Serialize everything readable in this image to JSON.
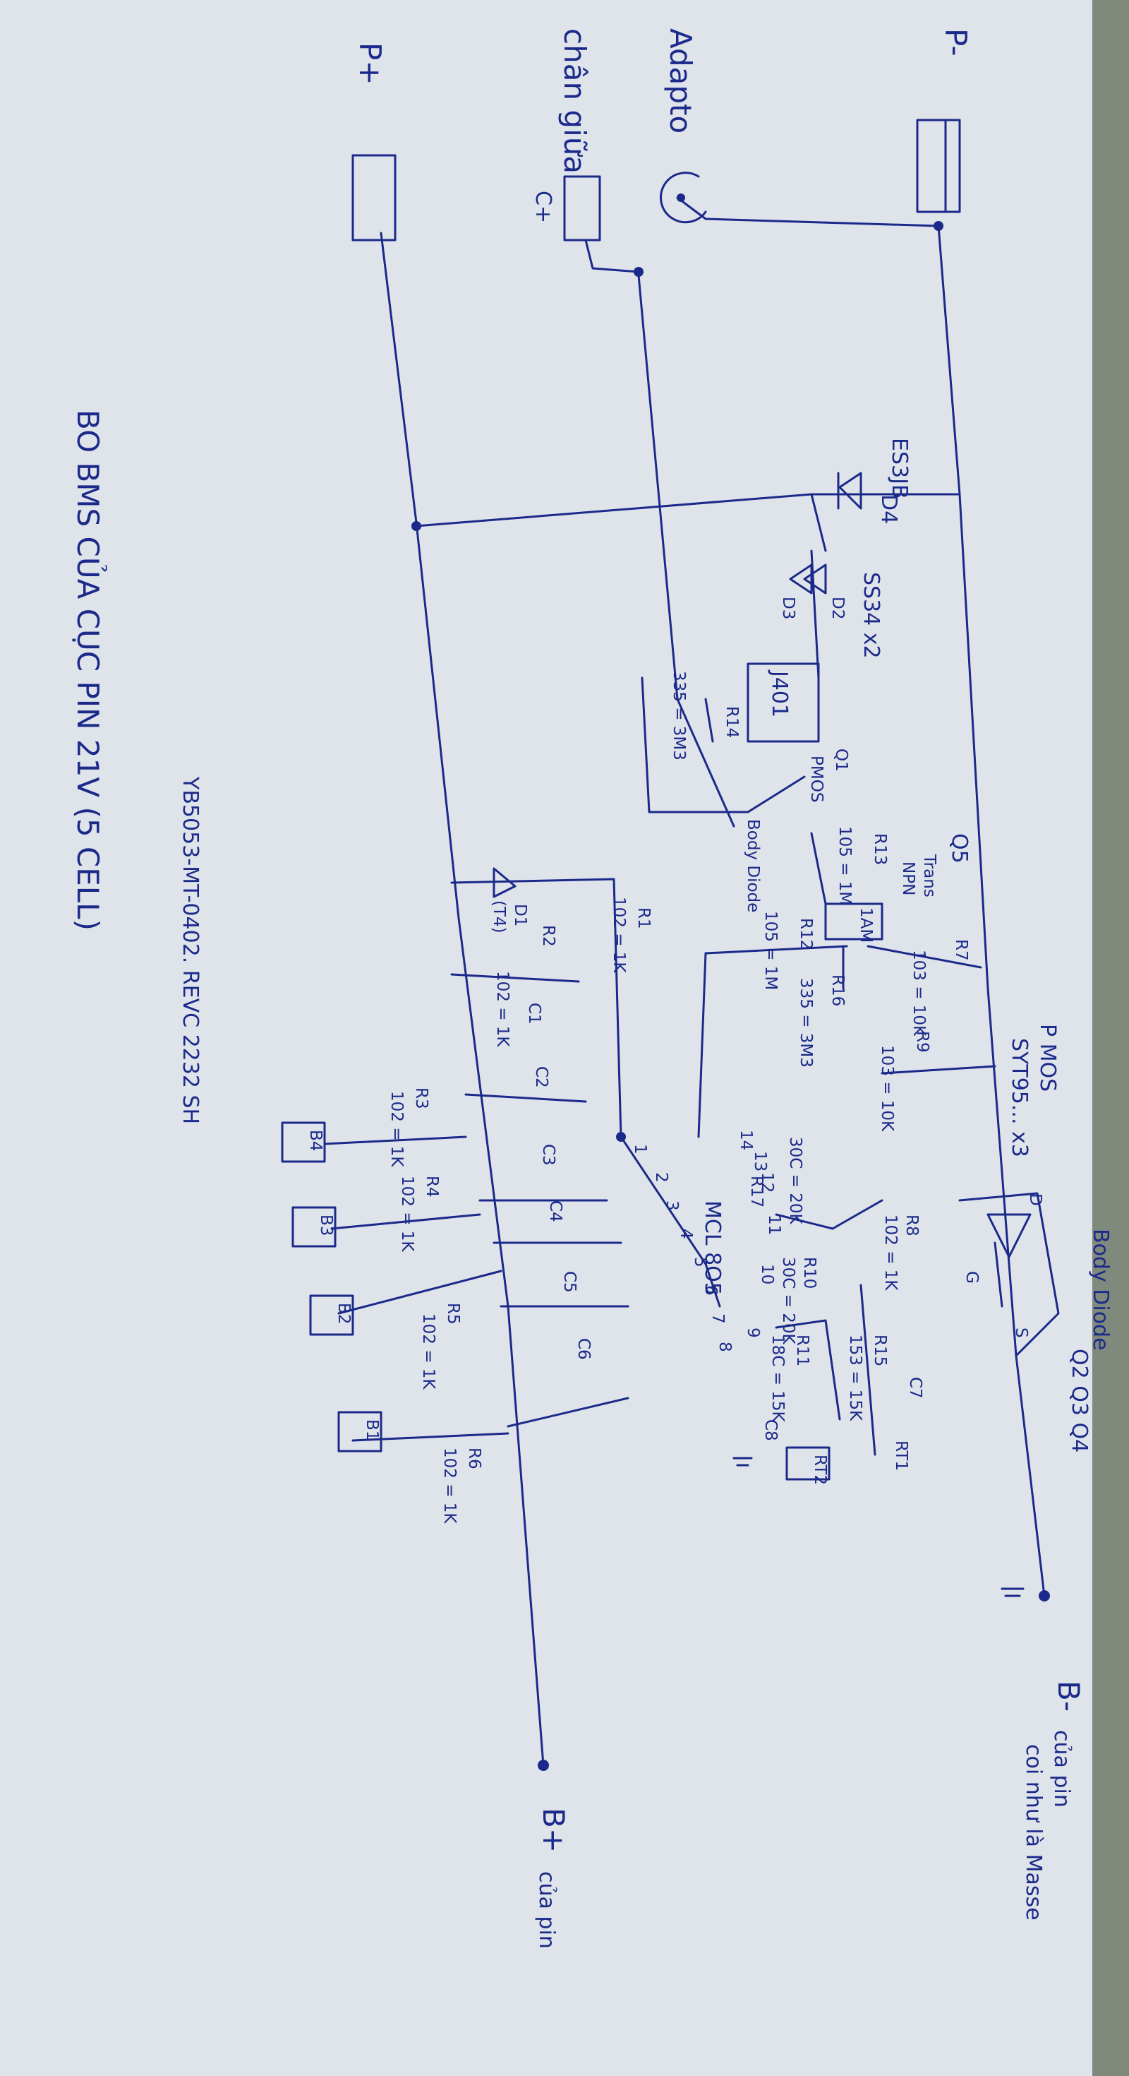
{
  "labels": {
    "p_minus": "P-",
    "p_plus": "P+",
    "adapter": "Adapto",
    "center_pin": "chân giữa",
    "c_plus": "C+",
    "d4_part": "ES3JB",
    "d4": "D4",
    "d2": "D2",
    "d3": "D3",
    "d2d3_part": "SS34 x2",
    "j401": "J401",
    "q1": "Q1",
    "q1_type": "PMOS",
    "r14": "R14",
    "r14_value": "335 = 3M3",
    "body_diode_q1": "Body Diode",
    "q5": "Q5",
    "q5_type_1": "Trans",
    "q5_type_2": "NPN",
    "q5_part": "1AM",
    "r13": "R13",
    "r13_value": "105 = 1M",
    "r12": "R12",
    "r12_value": "105 = 1M",
    "r16": "R16",
    "r16_value": "335 = 3M3",
    "r7": "R7",
    "r7_value": "103 = 10K",
    "r9": "R9",
    "r9_value": "103 = 10K",
    "r1": "R1",
    "r1_value": "102 = 1K",
    "d1": "D1",
    "d1_alt": "(T4)",
    "r2": "R2",
    "r2_value": "102 = 1K",
    "r3": "R3",
    "r3_value": "102 = 1K",
    "r4": "R4",
    "r4_value": "102 = 1K",
    "r5": "R5",
    "r5_value": "102 = 1K",
    "r6": "R6",
    "r6_value": "102 = 1K",
    "r17": "R17",
    "r17_value": "30C = 20K",
    "r8": "R8",
    "r8_value": "102 = 1K",
    "r10": "R10",
    "r10_value": "30C = 20K",
    "r11": "R11",
    "r11_value": "18C = 15K",
    "r15": "R15",
    "r15_value": "153 = 15K",
    "c7": "C7",
    "c8": "C8",
    "rt1": "RT1",
    "rt2": "RT2",
    "ic": "MCL 8O5",
    "c1": "C1",
    "c2": "C2",
    "c3": "C3",
    "c4": "C4",
    "c5": "C5",
    "c6": "C6",
    "b1": "B1",
    "b2": "B2",
    "b3": "B3",
    "b4": "B4",
    "pmos_title": "P MOS",
    "pmos_part": "SYT95... x3",
    "body_diode": "Body Diode",
    "q234": "Q2 Q3 Q4",
    "d": "D",
    "g": "G",
    "s": "S",
    "b_minus": "B-",
    "b_minus_note_1": "của pin",
    "b_minus_note_2": "coi như là Masse",
    "b_plus": "B+",
    "b_plus_note": "của pin",
    "board_code": "YB5053-MT-0402. REVC 2232 SH",
    "title": "BO BMS CỦA CỤC PIN 21V (5 CELL)"
  },
  "pins": [
    "1",
    "2",
    "3",
    "4",
    "5",
    "6",
    "7",
    "8",
    "9",
    "10",
    "11",
    "12",
    "13",
    "14"
  ]
}
